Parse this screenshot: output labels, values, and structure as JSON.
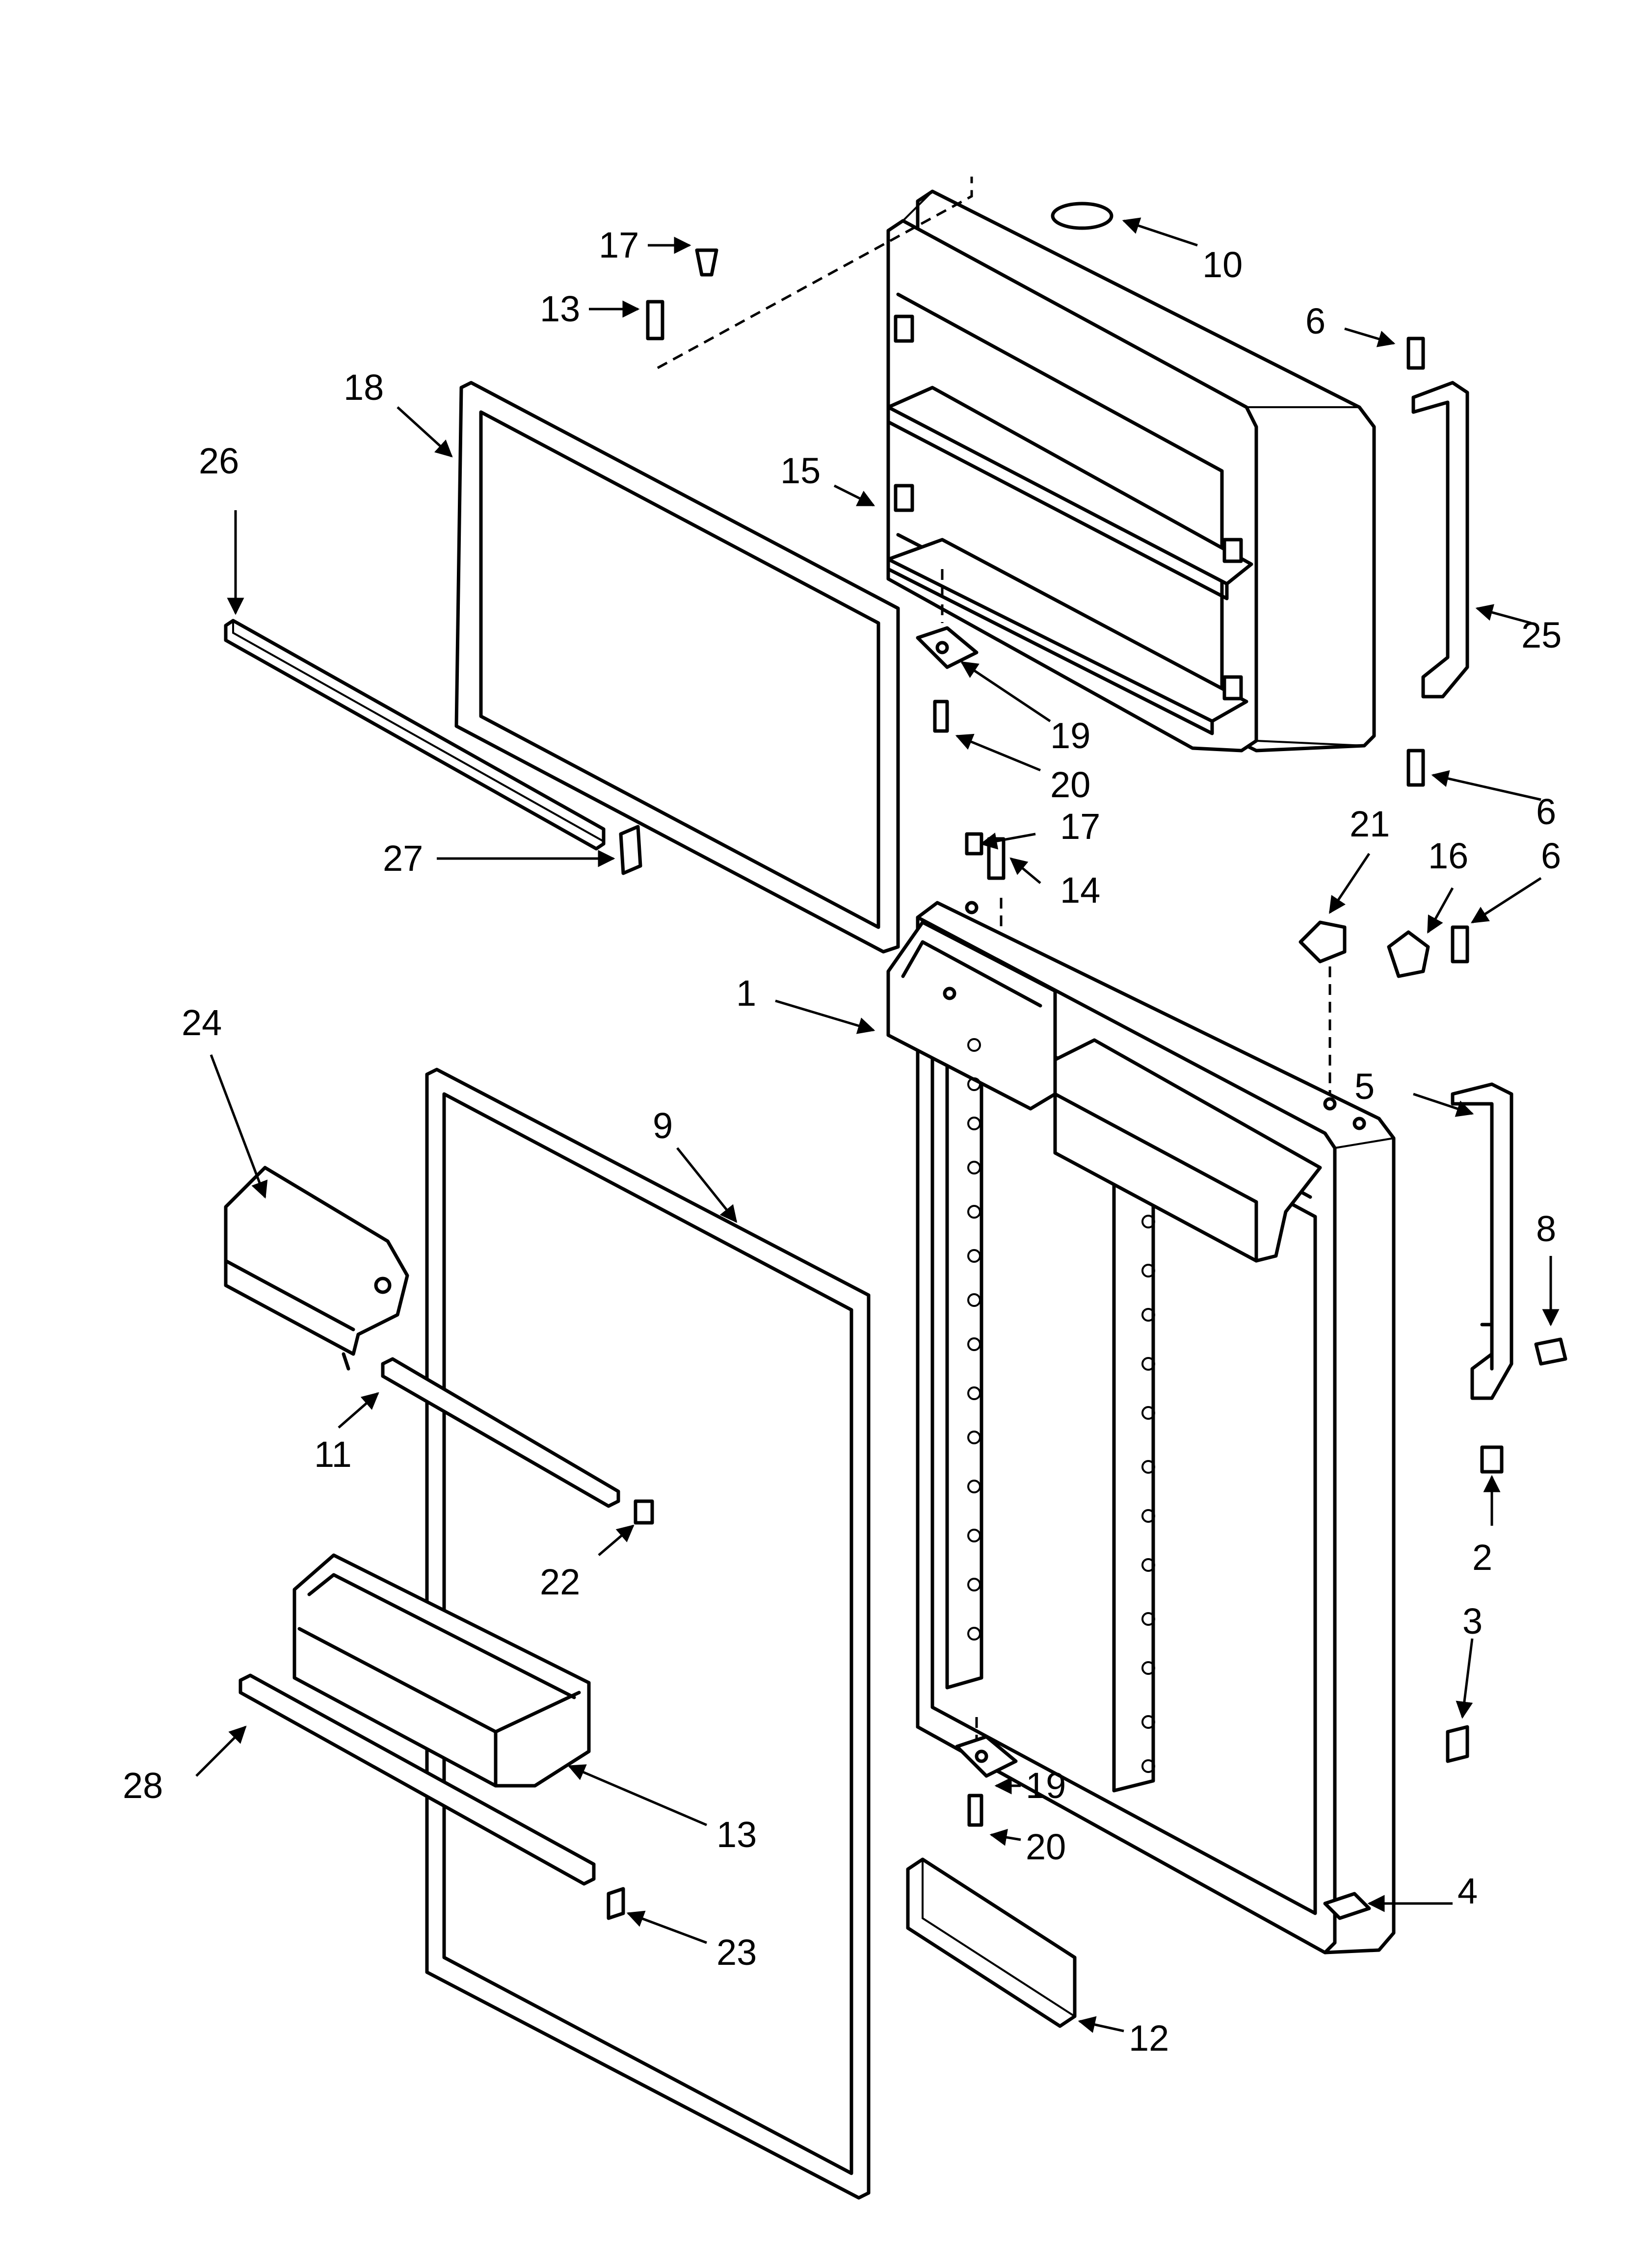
{
  "callouts": [
    {
      "id": "c1",
      "label": "1"
    },
    {
      "id": "c2",
      "label": "2"
    },
    {
      "id": "c3",
      "label": "3"
    },
    {
      "id": "c4",
      "label": "4"
    },
    {
      "id": "c5",
      "label": "5"
    },
    {
      "id": "c6a",
      "label": "6"
    },
    {
      "id": "c6b",
      "label": "6"
    },
    {
      "id": "c6c",
      "label": "6"
    },
    {
      "id": "c8",
      "label": "8"
    },
    {
      "id": "c9",
      "label": "9"
    },
    {
      "id": "c10",
      "label": "10"
    },
    {
      "id": "c11",
      "label": "11"
    },
    {
      "id": "c12",
      "label": "12"
    },
    {
      "id": "c13a",
      "label": "13"
    },
    {
      "id": "c13b",
      "label": "13"
    },
    {
      "id": "c14",
      "label": "14"
    },
    {
      "id": "c15",
      "label": "15"
    },
    {
      "id": "c16",
      "label": "16"
    },
    {
      "id": "c17a",
      "label": "17"
    },
    {
      "id": "c17b",
      "label": "17"
    },
    {
      "id": "c18",
      "label": "18"
    },
    {
      "id": "c19a",
      "label": "19"
    },
    {
      "id": "c19b",
      "label": "19"
    },
    {
      "id": "c20a",
      "label": "20"
    },
    {
      "id": "c20b",
      "label": "20"
    },
    {
      "id": "c21",
      "label": "21"
    },
    {
      "id": "c22",
      "label": "22"
    },
    {
      "id": "c23",
      "label": "23"
    },
    {
      "id": "c24",
      "label": "24"
    },
    {
      "id": "c25",
      "label": "25"
    },
    {
      "id": "c26",
      "label": "26"
    },
    {
      "id": "c27",
      "label": "27"
    },
    {
      "id": "c28",
      "label": "28"
    }
  ]
}
